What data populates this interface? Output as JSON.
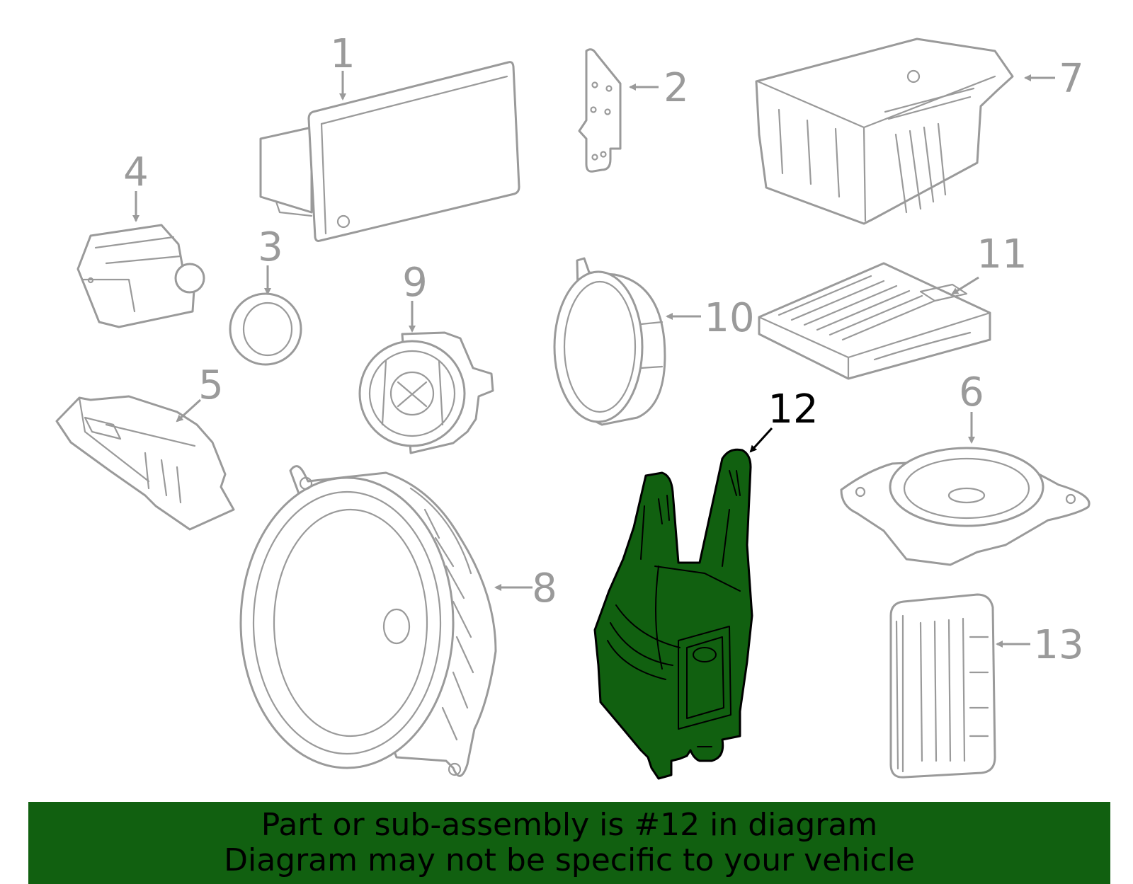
{
  "diagram": {
    "callouts": [
      {
        "id": "1",
        "label": "1"
      },
      {
        "id": "2",
        "label": "2"
      },
      {
        "id": "3",
        "label": "3"
      },
      {
        "id": "4",
        "label": "4"
      },
      {
        "id": "5",
        "label": "5"
      },
      {
        "id": "6",
        "label": "6"
      },
      {
        "id": "7",
        "label": "7"
      },
      {
        "id": "8",
        "label": "8"
      },
      {
        "id": "9",
        "label": "9"
      },
      {
        "id": "10",
        "label": "10"
      },
      {
        "id": "11",
        "label": "11"
      },
      {
        "id": "12",
        "label": "12",
        "highlighted": true
      },
      {
        "id": "13",
        "label": "13"
      }
    ],
    "colors": {
      "highlight": "#116010",
      "line": "#9a9a9a",
      "highlight_label": "#000000"
    }
  },
  "banner": {
    "line1": "Part or sub-assembly is #12 in diagram",
    "line2": "Diagram may not be specific to your vehicle"
  }
}
